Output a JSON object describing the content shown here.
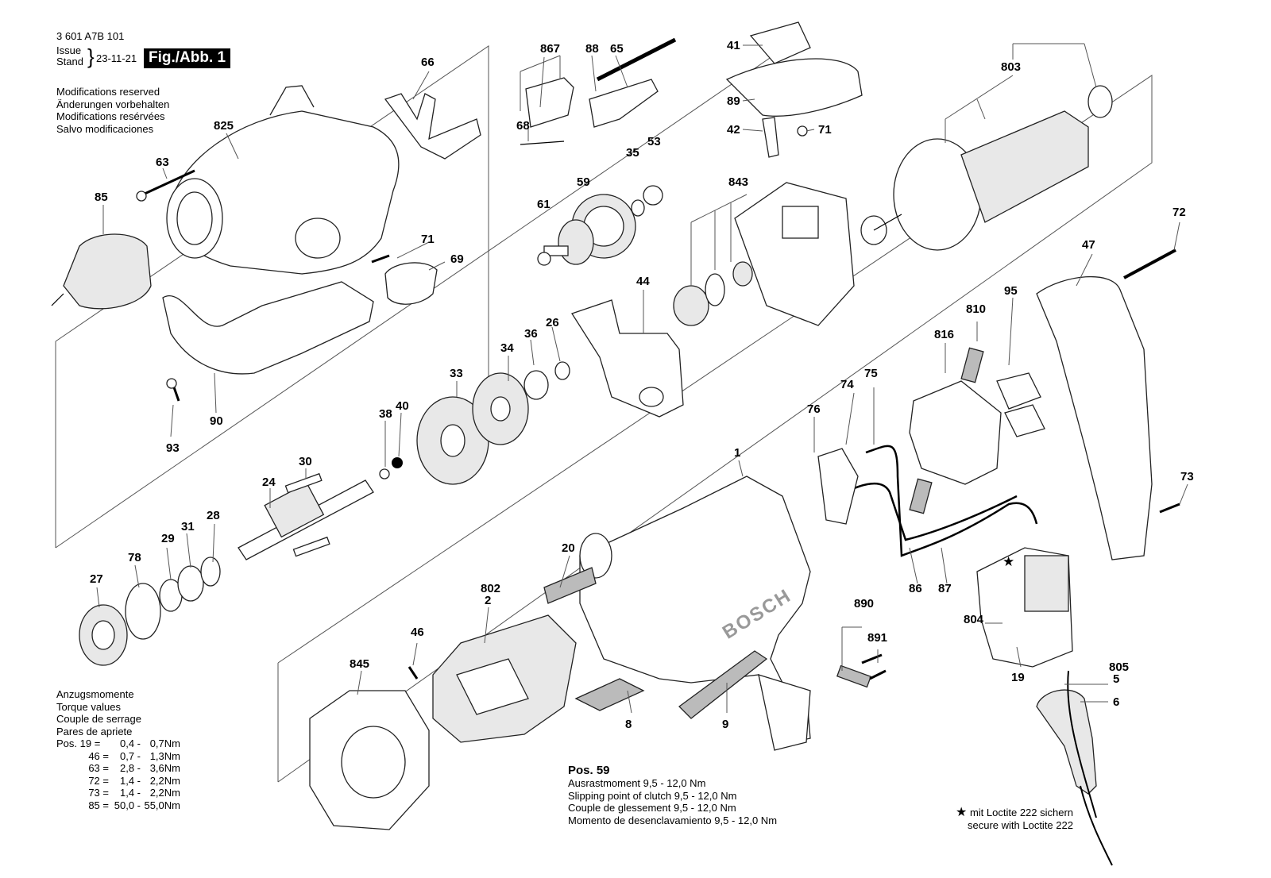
{
  "header": {
    "part_number": "3 601 A7B 101",
    "issue_label": "Issue",
    "stand_label": "Stand",
    "date": "23-11-21",
    "figure_label": "Fig./Abb. 1"
  },
  "modifications": [
    "Modifications reserved",
    "Änderungen vorbehalten",
    "Modifications resérvées",
    "Salvo modificaciones"
  ],
  "torque": {
    "titles": [
      "Anzugsmomente",
      "Torque values",
      "Couple de serrage",
      "Pares de apriete"
    ],
    "rows": [
      {
        "pos": "Pos. 19 =",
        "min": "0,4 -",
        "max": "0,7Nm"
      },
      {
        "pos": "46 =",
        "min": "0,7 -",
        "max": "1,3Nm"
      },
      {
        "pos": "63 =",
        "min": "2,8 -",
        "max": "3,6Nm"
      },
      {
        "pos": "72 =",
        "min": "1,4 -",
        "max": "2,2Nm"
      },
      {
        "pos": "73 =",
        "min": "1,4 -",
        "max": "2,2Nm"
      },
      {
        "pos": "85 =",
        "min": "50,0 -",
        "max": "55,0Nm"
      }
    ]
  },
  "pos59": {
    "title": "Pos. 59",
    "lines": [
      "Ausrastmoment  9,5 - 12,0 Nm",
      "Slipping point of clutch  9,5 - 12,0 Nm",
      "Couple de glessement  9,5 - 12,0 Nm",
      "Momento de desenclavamiento  9,5 - 12,0 Nm"
    ]
  },
  "loctite": {
    "star": "★",
    "line1": "mit Loctite 222 sichern",
    "line2": "secure with Loctite 222"
  },
  "brand_mark": "BOSCH",
  "parts": {
    "p66": "66",
    "p825": "825",
    "p63": "63",
    "p85": "85",
    "p71a": "71",
    "p69": "69",
    "p93": "93",
    "p90": "90",
    "p867": "867",
    "p88": "88",
    "p65": "65",
    "p68": "68",
    "p59": "59",
    "p35": "35",
    "p53": "53",
    "p61": "61",
    "p41": "41",
    "p89": "89",
    "p42": "42",
    "p71b": "71",
    "p843": "843",
    "p803": "803",
    "p44": "44",
    "p34": "34",
    "p36": "36",
    "p26": "26",
    "p33": "33",
    "p38": "38",
    "p40": "40",
    "p30": "30",
    "p24": "24",
    "p72": "72",
    "p47": "47",
    "p95": "95",
    "p810": "810",
    "p816": "816",
    "p74": "74",
    "p75": "75",
    "p76": "76",
    "p1": "1",
    "p73": "73",
    "p20": "20",
    "p28": "28",
    "p31": "31",
    "p29": "29",
    "p78": "78",
    "p27": "27",
    "p802": "802",
    "p2": "2",
    "p46": "46",
    "p845": "845",
    "p8": "8",
    "p9": "9",
    "p890": "890",
    "p891": "891",
    "p86": "86",
    "p87": "87",
    "p804": "804",
    "p805": "805",
    "p5": "5",
    "p6": "6",
    "p19": "19"
  },
  "colors": {
    "ink": "#000000",
    "fill_light": "#e8e8e8",
    "fill_dark": "#bbbbbb"
  }
}
